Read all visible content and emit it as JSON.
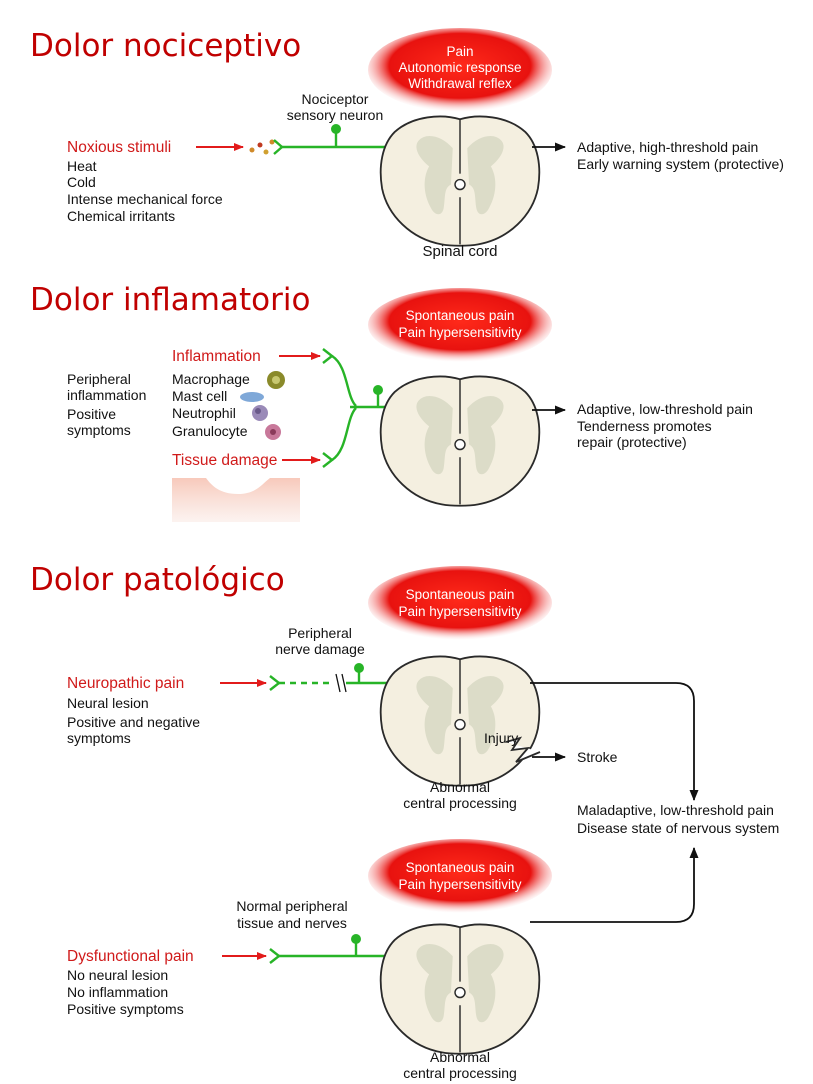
{
  "colors": {
    "title": "#c00000",
    "red_label": "#d01a1a",
    "nerve_green": "#27b427",
    "bubble_red": "#e8120f",
    "cord_fill": "#f4efe0"
  },
  "section1": {
    "title": "Dolor nociceptivo",
    "bubble": [
      "Pain",
      "Autonomic response",
      "Withdrawal reflex"
    ],
    "neuron_label": [
      "Nociceptor",
      "sensory neuron"
    ],
    "stimulus_label": "Noxious stimuli",
    "stimulus_items": [
      "Heat",
      "Cold",
      "Intense mechanical force",
      "Chemical irritants"
    ],
    "cord_label": "Spinal cord",
    "output": [
      "Adaptive, high-threshold pain",
      "Early warning system (protective)"
    ]
  },
  "section2": {
    "title": "Dolor inflamatorio",
    "bubble": [
      "Spontaneous pain",
      "Pain hypersensitivity"
    ],
    "left_text": [
      "Peripheral",
      "inflammation",
      "Positive",
      "symptoms"
    ],
    "inflammation_label": "Inflammation",
    "cells": [
      "Macrophage",
      "Mast cell",
      "Neutrophil",
      "Granulocyte"
    ],
    "tissue_label": "Tissue damage",
    "output": [
      "Adaptive, low-threshold pain",
      "Tenderness promotes",
      "repair (protective)"
    ]
  },
  "section3": {
    "title": "Dolor patológico",
    "bubble_top": [
      "Spontaneous pain",
      "Pain hypersensitivity"
    ],
    "damage_label": [
      "Peripheral",
      "nerve damage"
    ],
    "neuropathic_label": "Neuropathic pain",
    "neuropathic_items": [
      "Neural lesion",
      "Positive and negative",
      "symptoms"
    ],
    "injury_label": "Injury",
    "stroke_label": "Stroke",
    "abnormal_top": [
      "Abnormal",
      "central processing"
    ],
    "output": [
      "Maladaptive, low-threshold pain",
      "Disease state of nervous system"
    ],
    "bubble_bottom": [
      "Spontaneous pain",
      "Pain hypersensitivity"
    ],
    "normal_label": [
      "Normal peripheral",
      "tissue and nerves"
    ],
    "dysfunctional_label": "Dysfunctional pain",
    "dysfunctional_items": [
      "No neural lesion",
      "No inflammation",
      "Positive symptoms"
    ],
    "abnormal_bottom": [
      "Abnormal",
      "central processing"
    ]
  }
}
